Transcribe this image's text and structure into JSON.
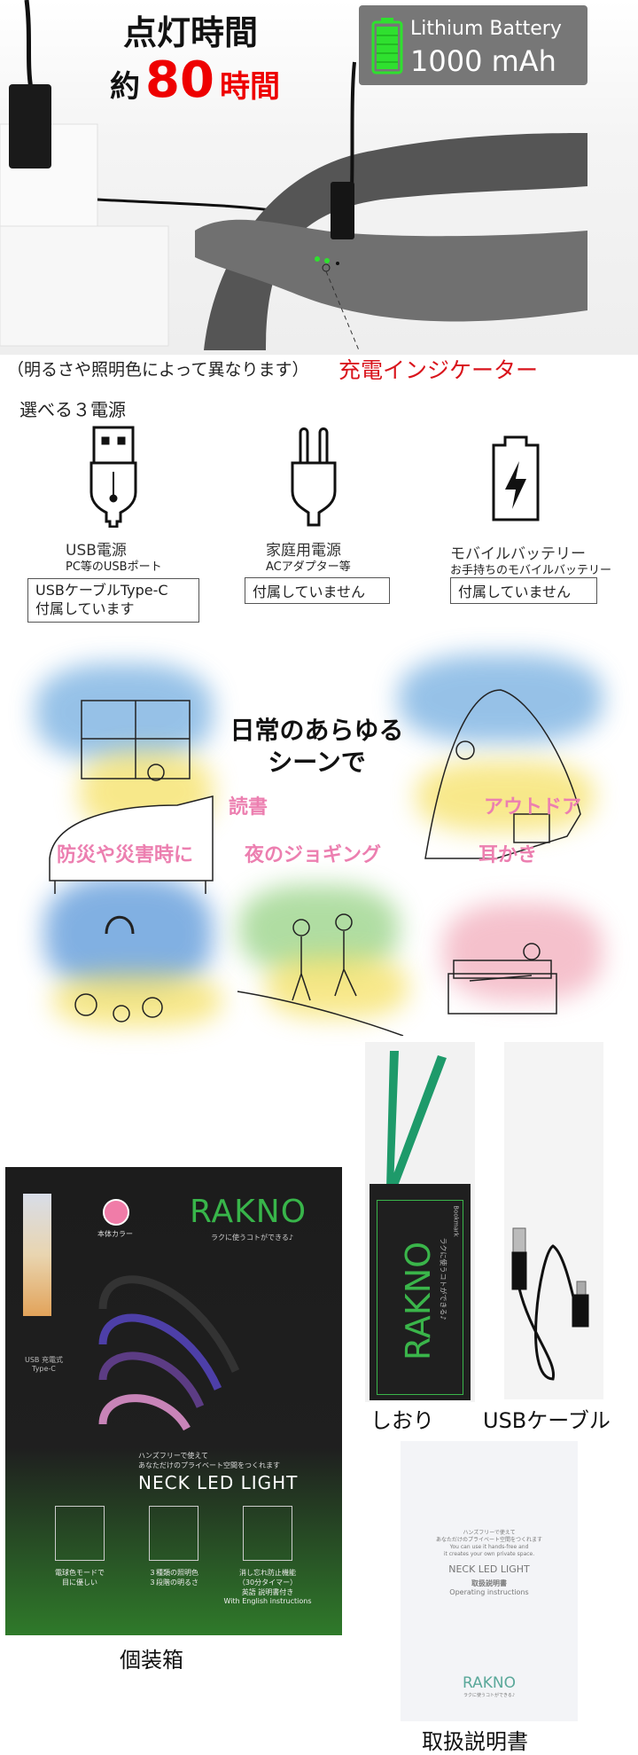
{
  "hero": {
    "title_line1": "点灯時間",
    "title_prefix": "約",
    "title_hours": "80",
    "title_suffix": "時間",
    "battery_type": "Lithium Battery",
    "battery_capacity": "1000 mAh",
    "note": "（明るさや照明色によって異なります）",
    "indicator_label": "充電インジケーター",
    "colors": {
      "accent_red": "#e00000",
      "battery_green": "#2fe02f",
      "badge_bg": "#777777"
    }
  },
  "power": {
    "heading": "選べる３電源",
    "sources": [
      {
        "icon": "usb-plug-icon",
        "label": "USB電源",
        "sub": "PC等のUSBポート",
        "note_lines": [
          "USBケーブルType-C",
          "付属しています"
        ]
      },
      {
        "icon": "ac-plug-icon",
        "label": "家庭用電源",
        "sub": "ACアダプター等",
        "note_lines": [
          "付属していません"
        ]
      },
      {
        "icon": "battery-bolt-icon",
        "label": "モバイルバッテリー",
        "sub": "お手持ちのモバイルバッテリー",
        "note_lines": [
          "付属していません"
        ]
      }
    ]
  },
  "scenes": {
    "heading_line1": "日常のあらゆる",
    "heading_line2": "シーンで",
    "items": [
      "読書",
      "アウトドア",
      "防災や災害時に",
      "夜のジョギング",
      "耳かき"
    ],
    "label_color": "#ec7fb0"
  },
  "contents": {
    "package": {
      "brand": "RAKNO",
      "tagline": "ラクに使うコトができる♪",
      "body_color_label": "本体カラー",
      "usb_label": "USB 充電式",
      "usb_type": "Type-C",
      "copy_line1": "ハンズフリーで使えて",
      "copy_line2": "あなただけのプライベート空間をつくれます",
      "product_name": "NECK LED LIGHT",
      "features": [
        {
          "icon": "eye-hand-icon",
          "lines": [
            "電球色モードで",
            "目に優しい"
          ]
        },
        {
          "icon": "sliders-icon",
          "lines": [
            "３種類の照明色",
            "３段階の明るさ"
          ]
        },
        {
          "icon": "stopwatch-icon",
          "lines": [
            "消し忘れ防止機能",
            "（30分タイマー）",
            "英語 説明書付き",
            "With English instructions"
          ]
        }
      ],
      "caption": "個装箱"
    },
    "bookmark": {
      "brand": "RAKNO",
      "tagline": "ラクに使うコトができる♪",
      "tag": "Bookmark",
      "caption": "しおり"
    },
    "cable": {
      "caption": "USBケーブル"
    },
    "manual": {
      "copy_line1": "ハンズフリーで使えて",
      "copy_line2": "あなただけのプライベート空間をつくれます",
      "en_line1": "You can use it hands-free and",
      "en_line2": "it creates your own private space.",
      "product_name": "NECK LED LIGHT",
      "title_ja": "取扱説明書",
      "title_en": "Operating instructions",
      "brand": "RAKNO",
      "tagline": "ラクに使うコトができる♪",
      "caption": "取扱説明書"
    }
  }
}
